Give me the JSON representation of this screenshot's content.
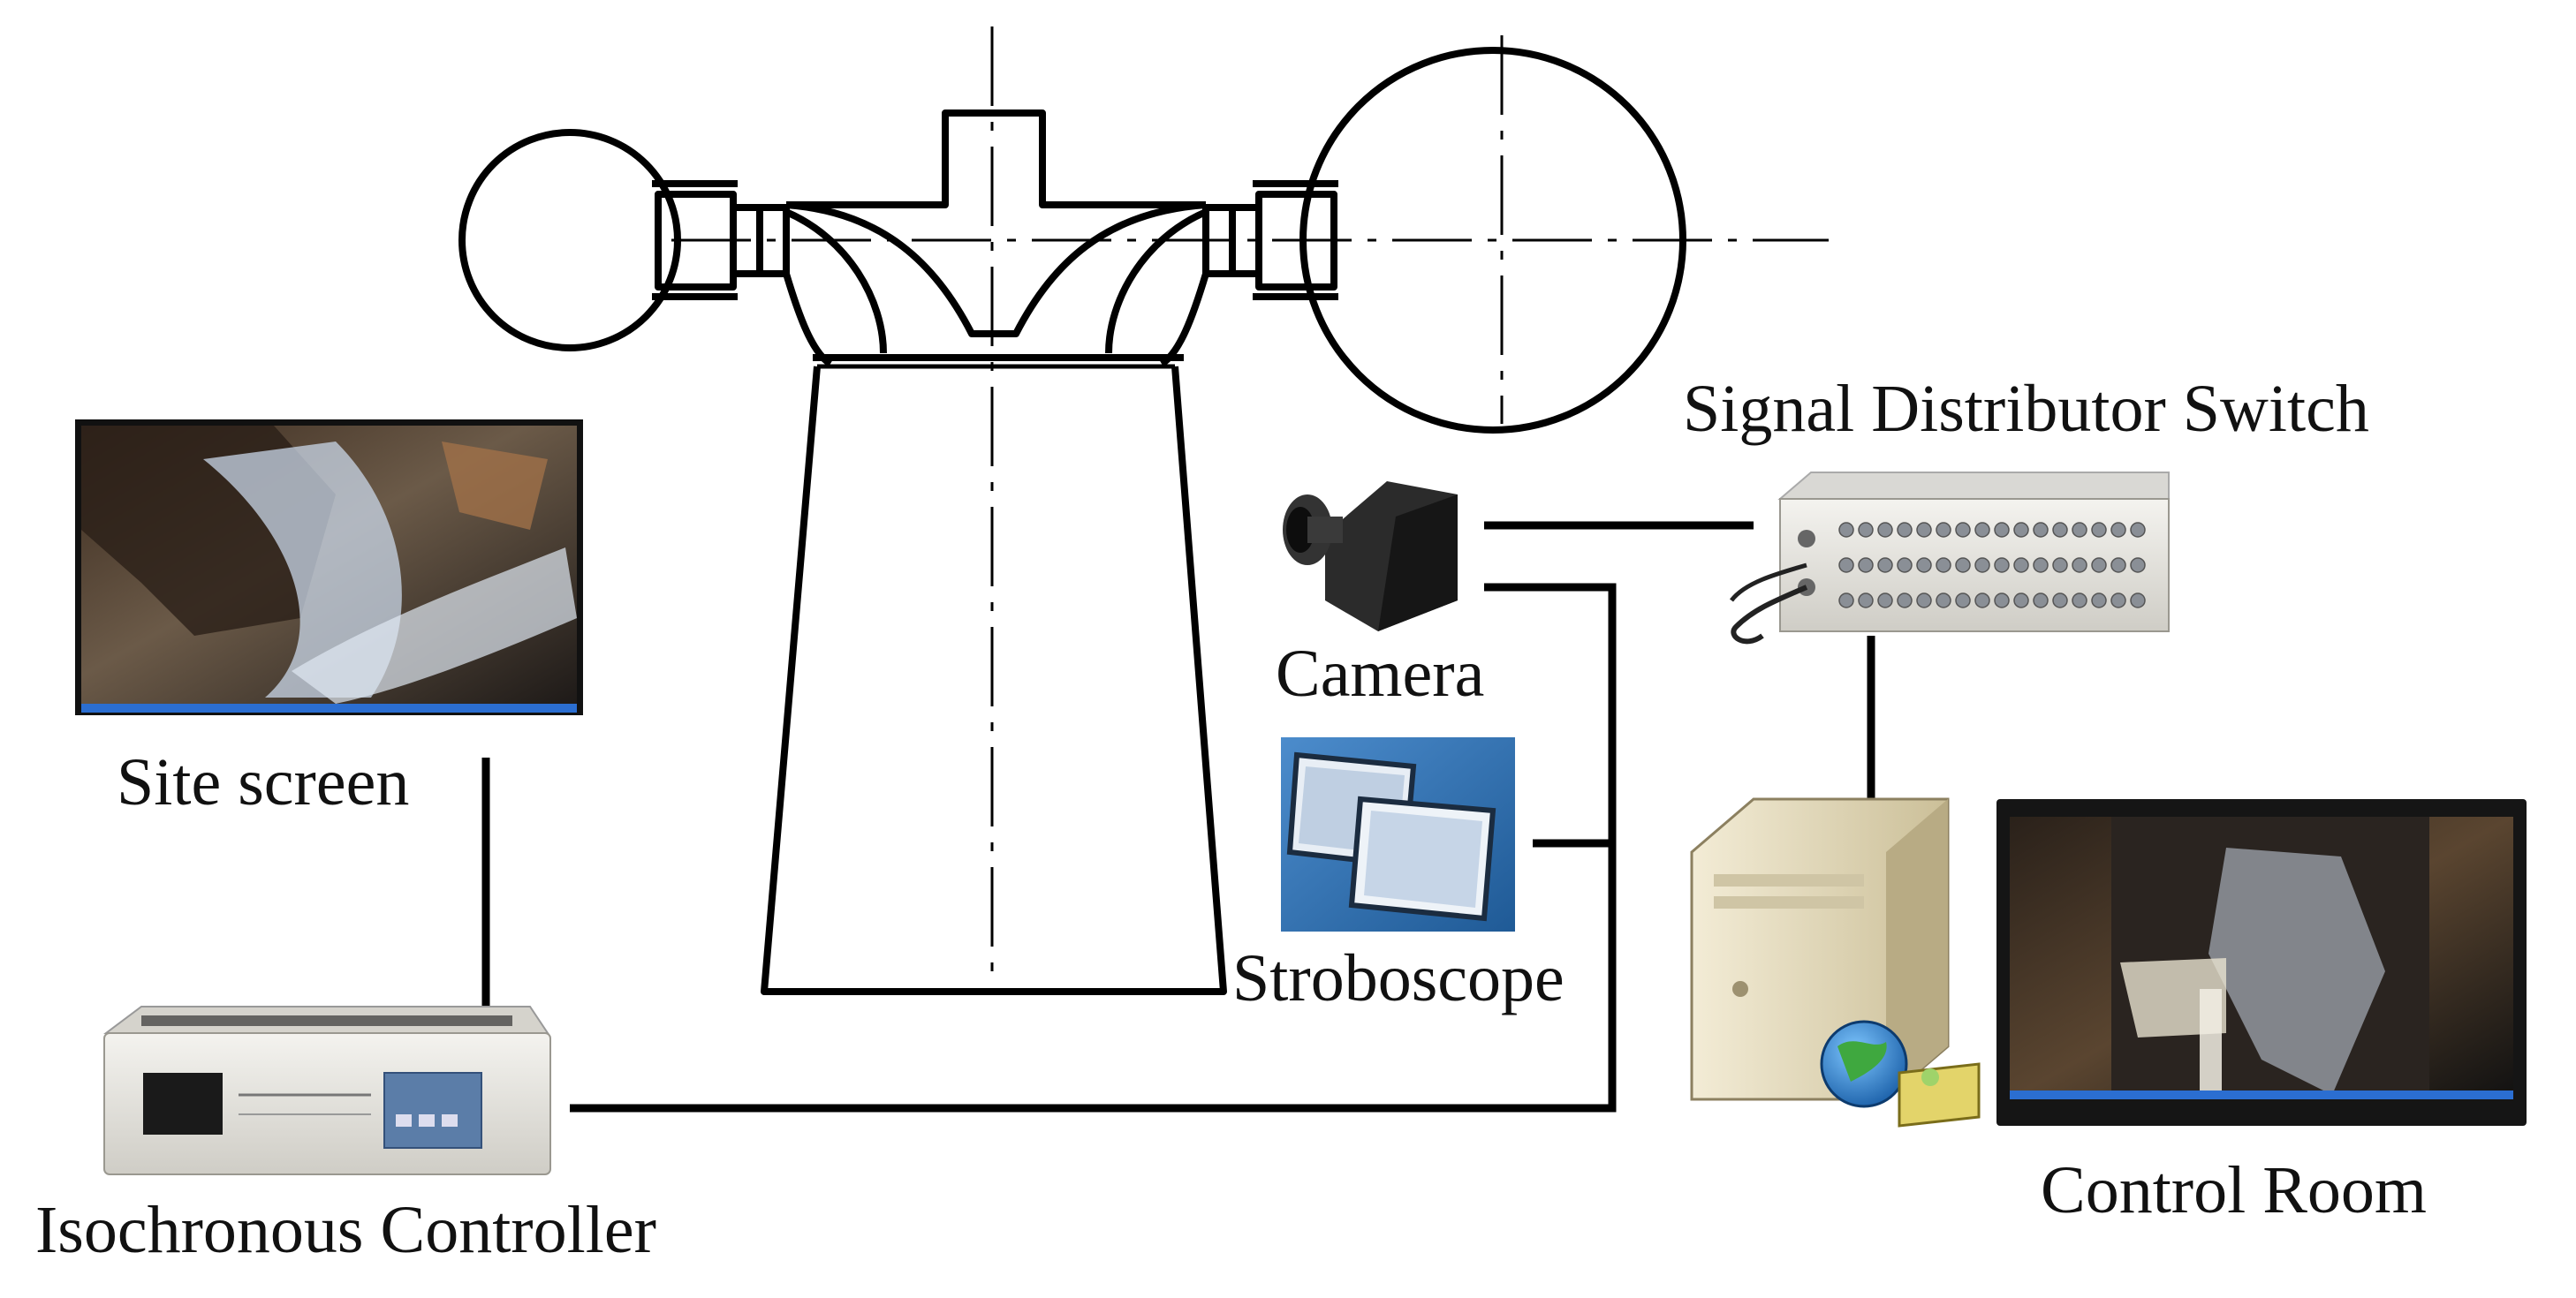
{
  "labels": {
    "site_screen": "Site screen",
    "isochronous_controller": "Isochronous Controller",
    "camera": "Camera",
    "stroboscope": "Stroboscope",
    "signal_distributor_switch": "Signal Distributor Switch",
    "control_room": "Control Room"
  },
  "colors": {
    "line": "#000000",
    "screen_dark": "#1b1714",
    "device_body": "#e8e6e0",
    "strobe_bg": "#2f6fae",
    "pc_case": "#e9e1c8"
  },
  "icons": {
    "site_screen": "monitor-video-icon",
    "camera": "camera-icon",
    "stroboscope": "floodlight-icon",
    "switch": "network-switch-icon",
    "controller": "plc-controller-icon",
    "computer": "server-computer-icon",
    "control_monitor": "monitor-video-icon"
  }
}
